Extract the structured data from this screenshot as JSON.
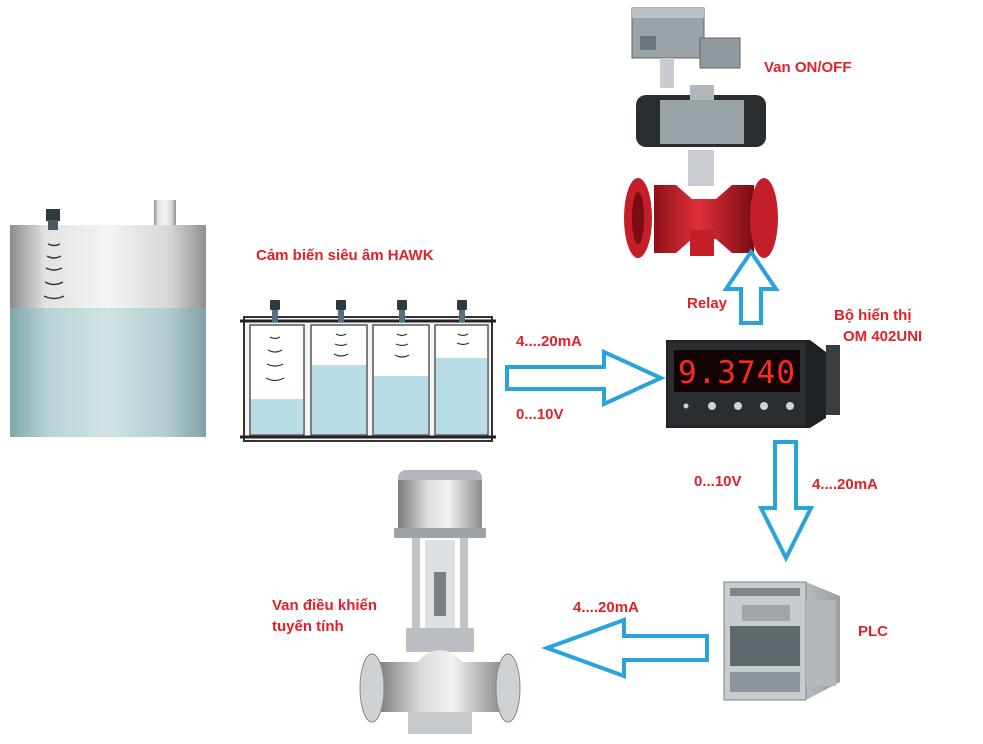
{
  "labels": {
    "sensor": "Cảm biến siêu âm HAWK",
    "valve_onoff": "Van ON/OFF",
    "relay": "Relay",
    "display_line1": "Bộ hiển thị",
    "display_line2": "OM 402UNI",
    "sensor_out_current": "4....20mA",
    "sensor_out_voltage": "0...10V",
    "display_out_voltage": "0...10V",
    "display_out_current": "4....20mA",
    "plc": "PLC",
    "plc_out_current": "4....20mA",
    "control_valve_line1": "Van điều khiển",
    "control_valve_line2": "tuyến tính"
  },
  "display": {
    "reading": "9.3740"
  },
  "colors": {
    "label": "#e0202a",
    "arrow_stroke": "#29a3dc",
    "water": "#b9dbe3",
    "display_digits": "#ff2a1a"
  },
  "icons": [
    "tank-icon",
    "ultrasonic-sensor-icon",
    "pneumatic-valve-icon",
    "panel-meter-icon",
    "plc-icon",
    "linear-control-valve-icon"
  ]
}
